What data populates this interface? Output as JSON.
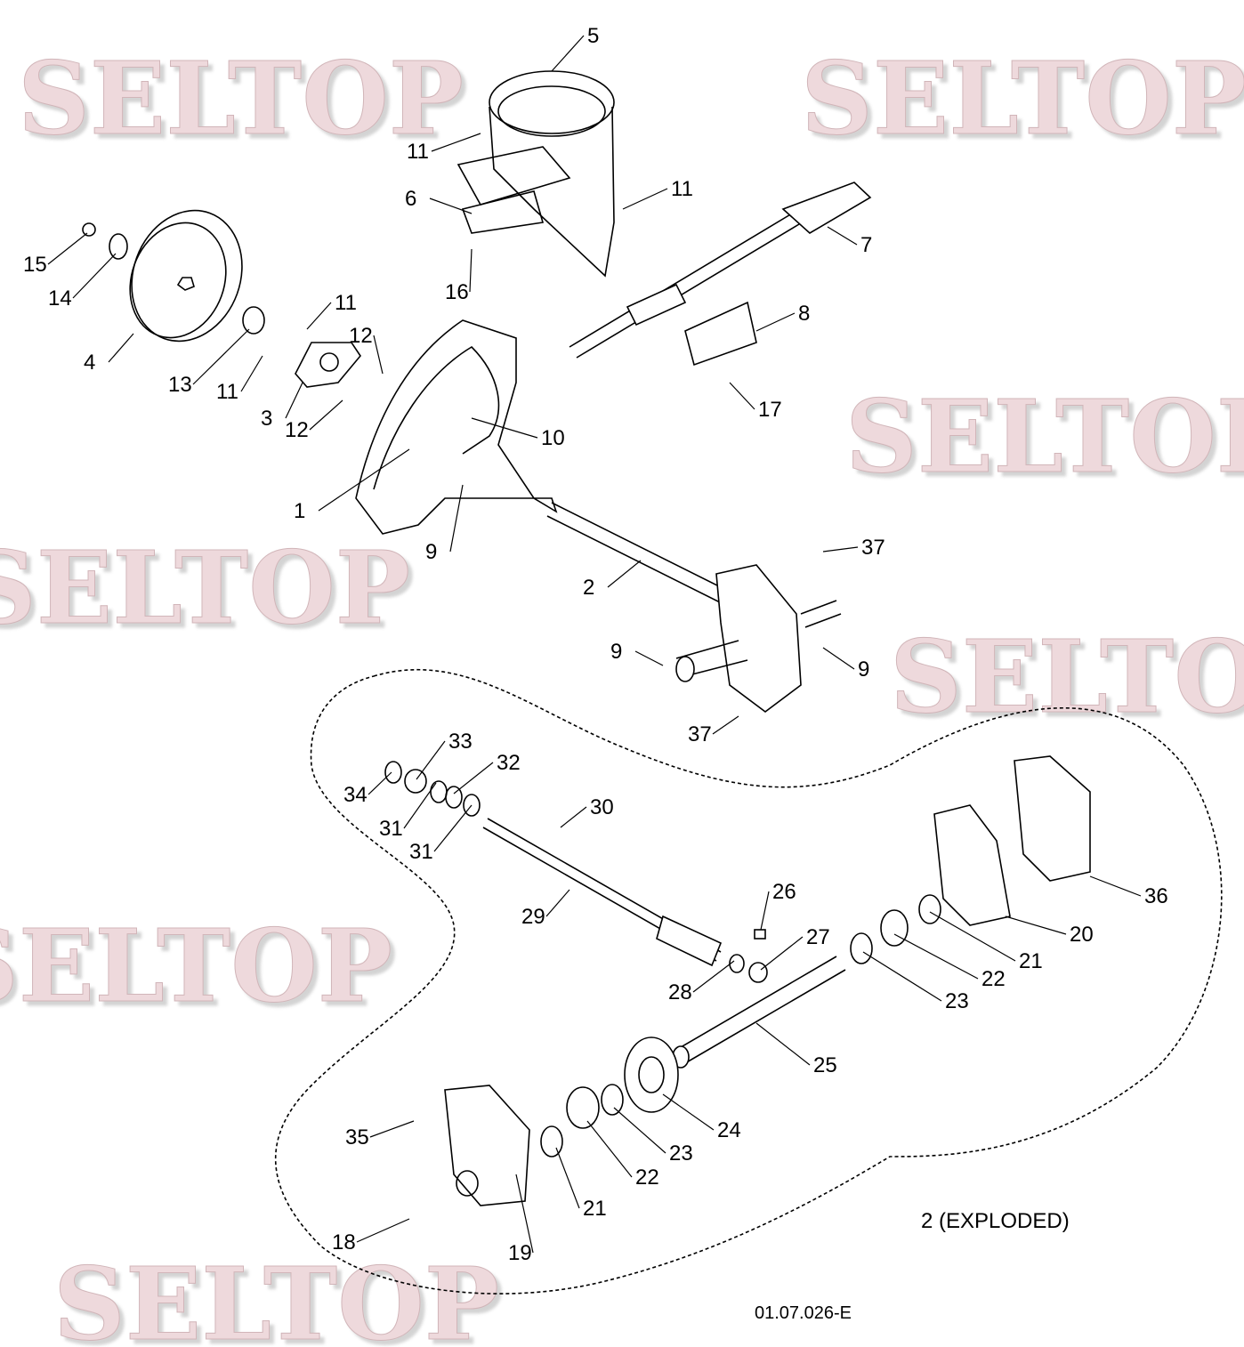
{
  "diagram": {
    "watermark": "SELTOP",
    "drawing_code": "01.07.026-E",
    "exploded_label": "2 (EXPLODED)",
    "callouts": [
      "5",
      "11",
      "6",
      "11",
      "7",
      "15",
      "14",
      "16",
      "8",
      "11",
      "4",
      "12",
      "13",
      "11",
      "3",
      "12",
      "10",
      "17",
      "1",
      "9",
      "37",
      "2",
      "9",
      "9",
      "37",
      "33",
      "32",
      "34",
      "31",
      "30",
      "31",
      "26",
      "36",
      "29",
      "20",
      "27",
      "21",
      "28",
      "22",
      "23",
      "25",
      "24",
      "35",
      "23",
      "22",
      "21",
      "18",
      "19"
    ]
  }
}
